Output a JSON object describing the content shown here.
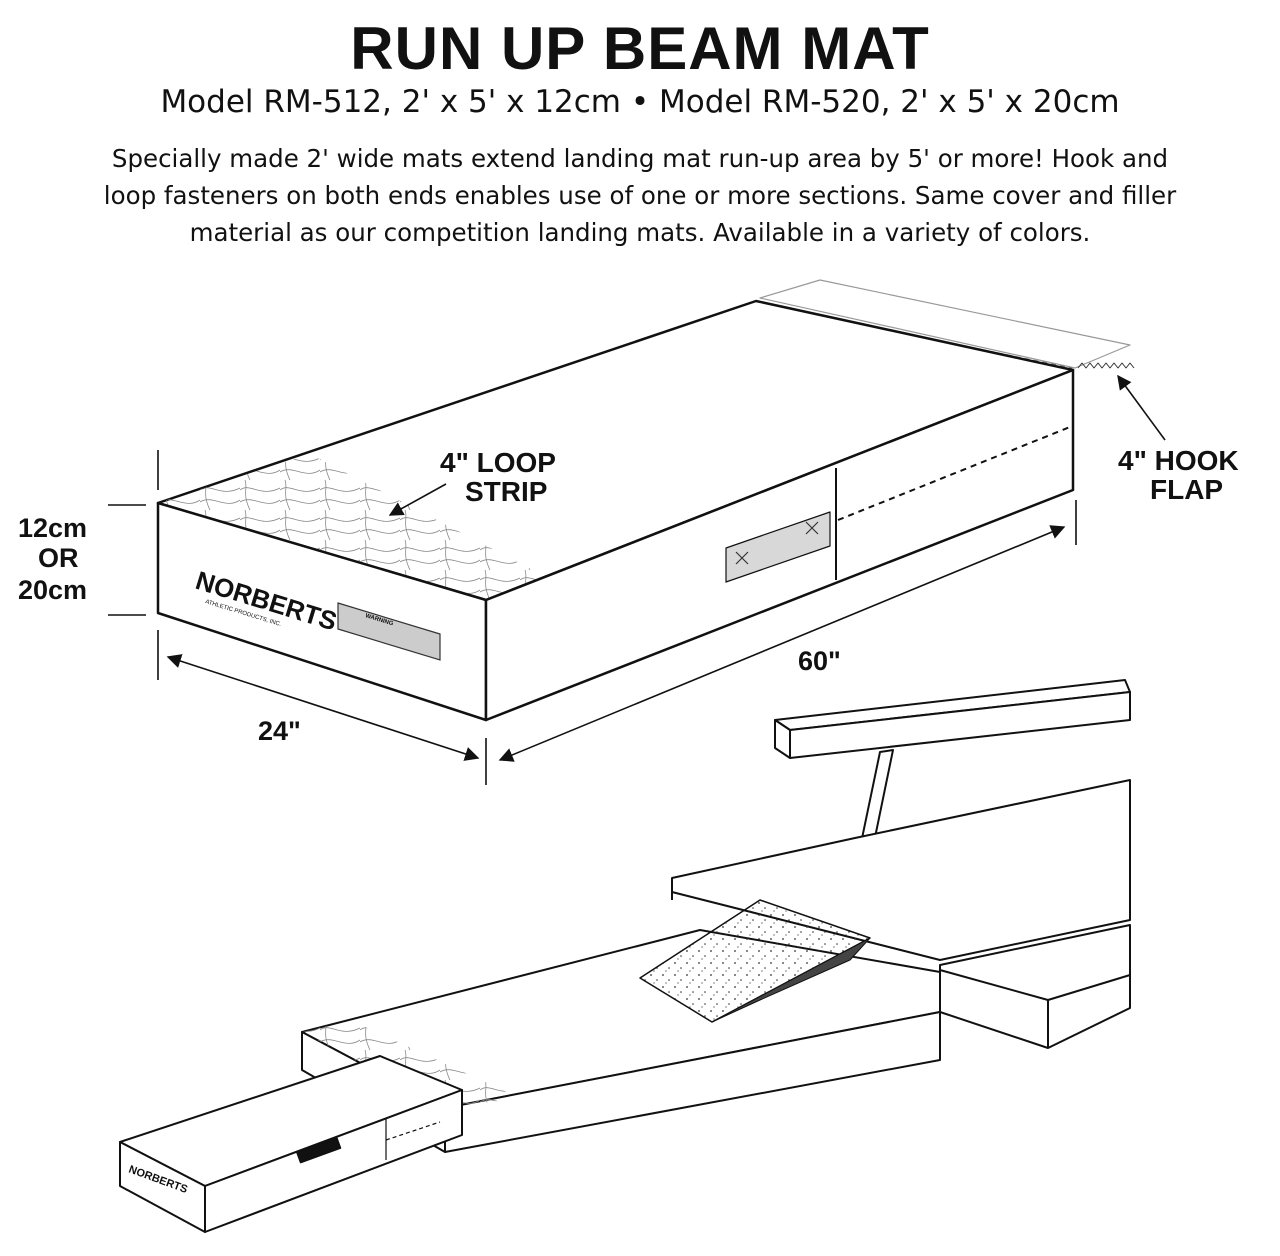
{
  "header": {
    "title": "RUN UP BEAM MAT",
    "subtitle": "Model RM-512, 2' x 5' x 12cm  •  Model RM-520, 2' x 5' x 20cm",
    "description": "Specially made 2' wide mats extend landing mat run-up area by 5' or more! Hook and loop fasteners on both ends enables use of one or more sections. Same cover and filler material as our competition landing mats. Available in a variety of colors."
  },
  "labels": {
    "loop_strip_1": "4\" LOOP",
    "loop_strip_2": "STRIP",
    "hook_flap_1": "4\" HOOK",
    "hook_flap_2": "FLAP",
    "height_1": "12cm",
    "height_2": "OR",
    "height_3": "20cm",
    "width": "24\"",
    "length": "60\""
  },
  "branding": {
    "logo": "NORBERTS",
    "logo_sub": "ATHLETIC PRODUCTS, INC.",
    "warning": "WARNING",
    "logo_small": "NORBERTS"
  }
}
